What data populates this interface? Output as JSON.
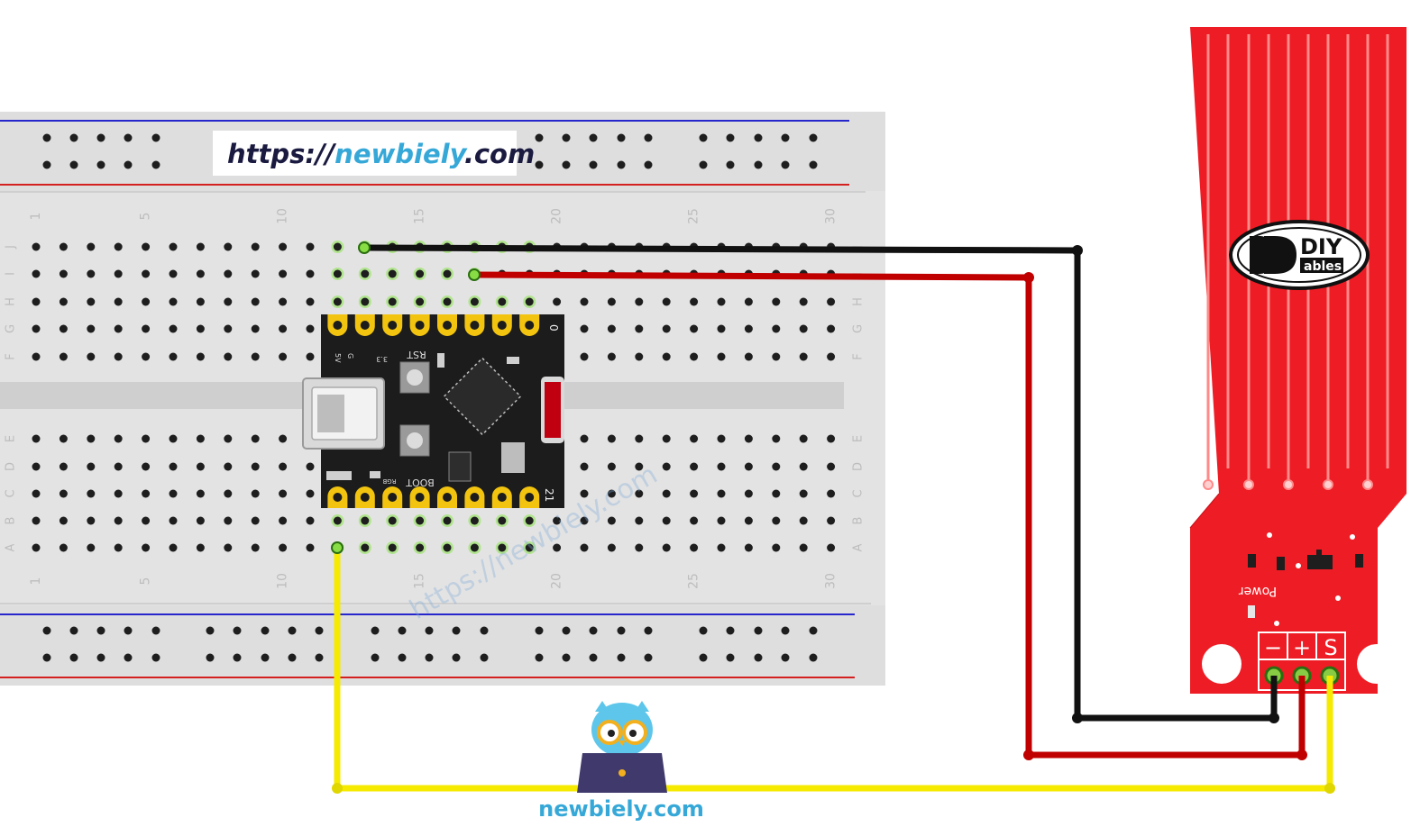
{
  "watermark": {
    "prefix": "https://",
    "name": "newbiely",
    "suffix": ".com",
    "diagonal": "https://newbiely.com"
  },
  "footer_logo": {
    "text": "newbiely.com",
    "icon": "owl-with-laptop-icon"
  },
  "breadboard": {
    "column_numbers": [
      "1",
      "5",
      "10",
      "15",
      "20",
      "25",
      "30"
    ],
    "top_row_letters": [
      "J",
      "I",
      "H",
      "G",
      "F"
    ],
    "bottom_row_letters": [
      "E",
      "D",
      "C",
      "B",
      "A"
    ]
  },
  "board": {
    "top_pin_label": "0",
    "bottom_pin_label": "21",
    "labels": [
      "5V",
      "G",
      "3.3",
      "RST",
      "BOOT",
      "RGB"
    ]
  },
  "sensor": {
    "brand": "DIY",
    "brand_sub": "ables",
    "power_label": "Power",
    "pin_labels": [
      "−",
      "+",
      "S"
    ],
    "color": "#ee1c24"
  },
  "wires": [
    {
      "name": "ground-wire",
      "color": "#111111",
      "from": "J13",
      "to": "sensor −"
    },
    {
      "name": "power-wire",
      "color": "#c00000",
      "from": "I17",
      "to": "sensor +"
    },
    {
      "name": "signal-wire",
      "color": "#f5ea00",
      "from": "A12",
      "to": "sensor S"
    }
  ]
}
